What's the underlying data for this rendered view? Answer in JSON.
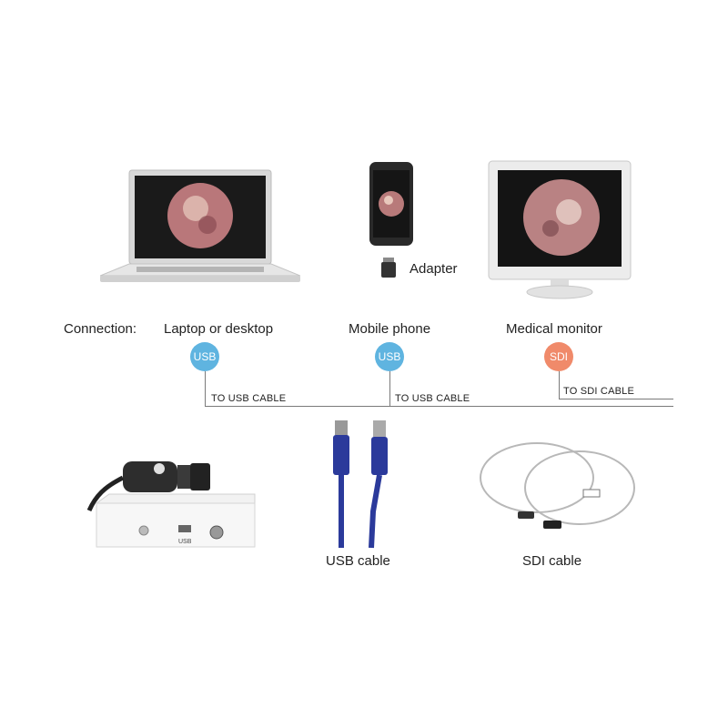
{
  "devices": {
    "adapter_label": "Adapter"
  },
  "connection": {
    "heading": "Connection:",
    "targets": [
      {
        "label": "Laptop or desktop",
        "badge": "USB",
        "cable": "TO USB CABLE",
        "color": "#5fb4e0"
      },
      {
        "label": "Mobile phone",
        "badge": "USB",
        "cable": "TO USB CABLE",
        "color": "#5fb4e0"
      },
      {
        "label": "Medical monitor",
        "badge": "SDI",
        "cable": "TO SDI CABLE",
        "color": "#f08a6a"
      }
    ]
  },
  "camera_unit": {
    "port_label": "USB"
  },
  "cables": {
    "usb_label": "USB cable",
    "sdi_label": "SDI cable"
  },
  "colors": {
    "cable_blue": "#2b3a9b",
    "sdi_wire": "#b8b8b8"
  }
}
